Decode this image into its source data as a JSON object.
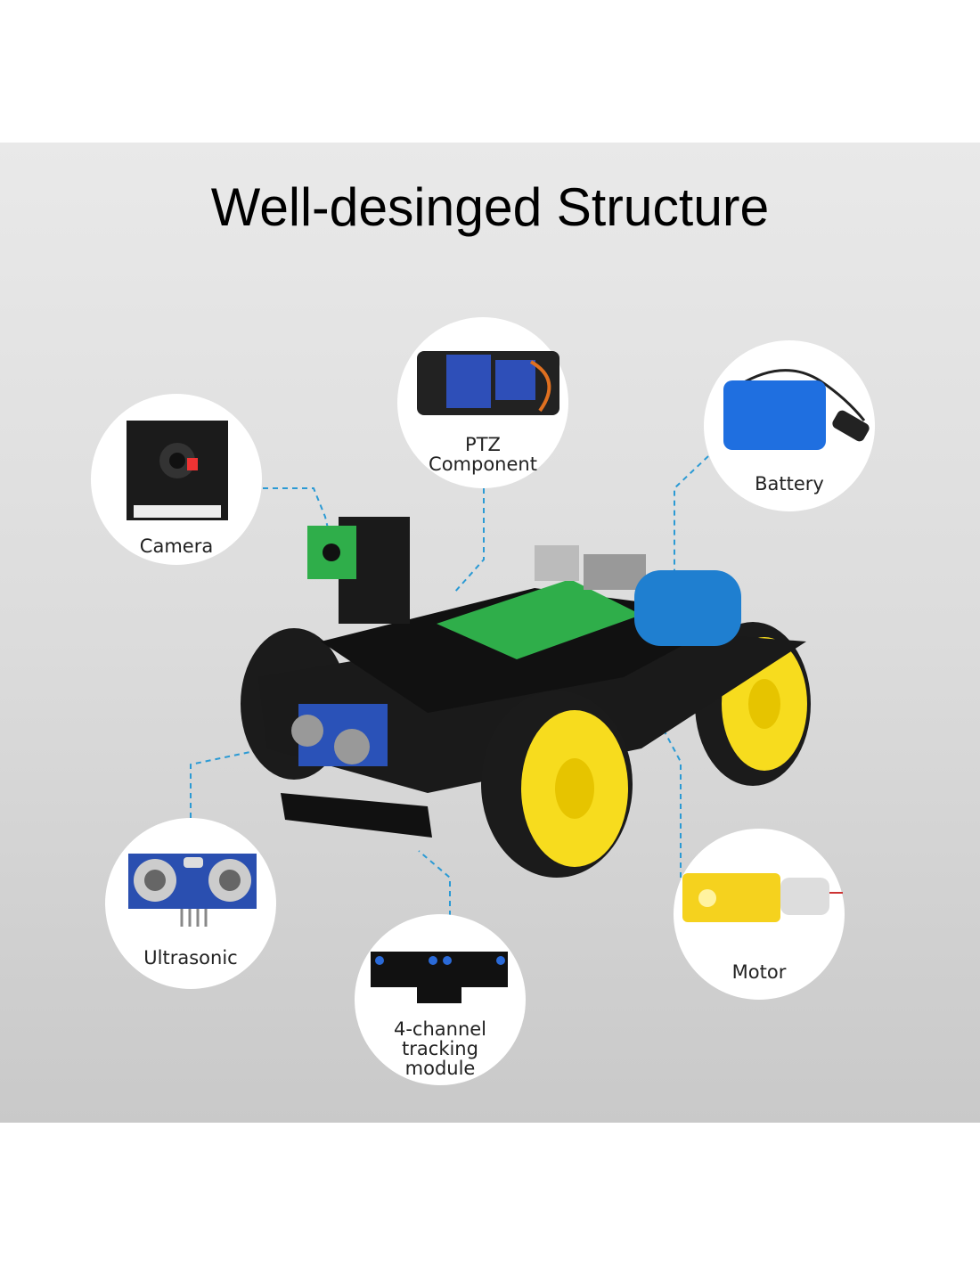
{
  "title": "Well-desinged Structure",
  "components": {
    "camera": "Camera",
    "ptz": [
      "PTZ",
      "Component"
    ],
    "battery": "Battery",
    "ultrasonic": "Ultrasonic",
    "tracking": [
      "4-channel",
      "tracking",
      "module"
    ],
    "motor": "Motor"
  },
  "colors": {
    "leader": "#2b9ad4",
    "wheel": "#f7dc1e",
    "pcb_green": "#2fae4a",
    "battery_blue": "#1f7fd0"
  }
}
